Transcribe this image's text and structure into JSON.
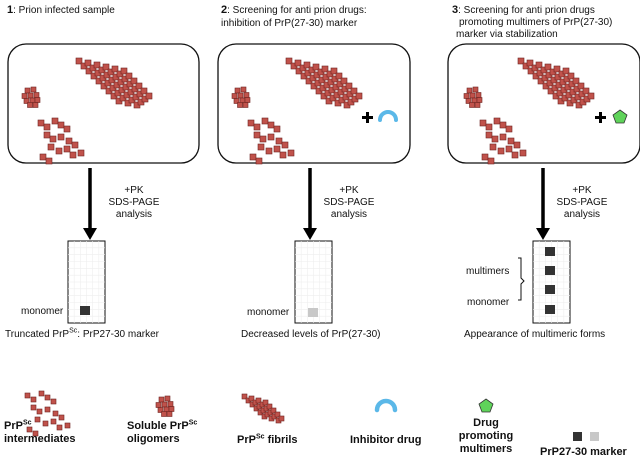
{
  "panels": [
    {
      "number": "1",
      "title_line1": ": Prion infected sample",
      "title_line2": "",
      "arrow_line1": "+PK",
      "arrow_line2": "SDS-PAGE",
      "arrow_line3": "analysis",
      "gel_label": "monomer",
      "caption_pre": "Truncated PrP",
      "caption_sup": "Sc",
      "caption_post": ": PrP27-30 marker"
    },
    {
      "number": "2",
      "title_line1": ": Screening for anti prion drugs:",
      "title_line2": "inhibition of PrP(27-30) marker",
      "arrow_line1": "+PK",
      "arrow_line2": "SDS-PAGE",
      "arrow_line3": "analysis",
      "gel_label": "monomer",
      "caption": "Decreased levels of PrP(27-30)"
    },
    {
      "number": "3",
      "title_line1": ": Screening for anti prion drugs",
      "title_line2": "promoting multimers of PrP(27-30)",
      "title_line3": "marker via stabilization",
      "arrow_line1": "+PK",
      "arrow_line2": "SDS-PAGE",
      "arrow_line3": "analysis",
      "gel_label_multimers": "multimers",
      "gel_label_monomer": "monomer",
      "caption": "Appearance of multimeric forms"
    }
  ],
  "legend": {
    "intermediates_pre": "PrP",
    "intermediates_sup": "Sc",
    "intermediates_line2": "intermediates",
    "oligomers_pre": "Soluble PrP",
    "oligomers_sup": "Sc",
    "oligomers_line2": "oligomers",
    "fibrils_pre": "PrP",
    "fibrils_sup": "Sc",
    "fibrils_post": " fibrils",
    "inhibitor": "Inhibitor drug",
    "drug_line1": "Drug",
    "drug_line2": "promoting",
    "drug_line3": "multimers",
    "marker": "PrP27-30 marker"
  },
  "colors": {
    "prion_fill": "#c0524b",
    "prion_edge": "#6e2420",
    "inhibitor": "#5bb8e8",
    "drug": "#5fd35a",
    "band_dark": "#333333",
    "band_light": "#c8c8c8"
  }
}
